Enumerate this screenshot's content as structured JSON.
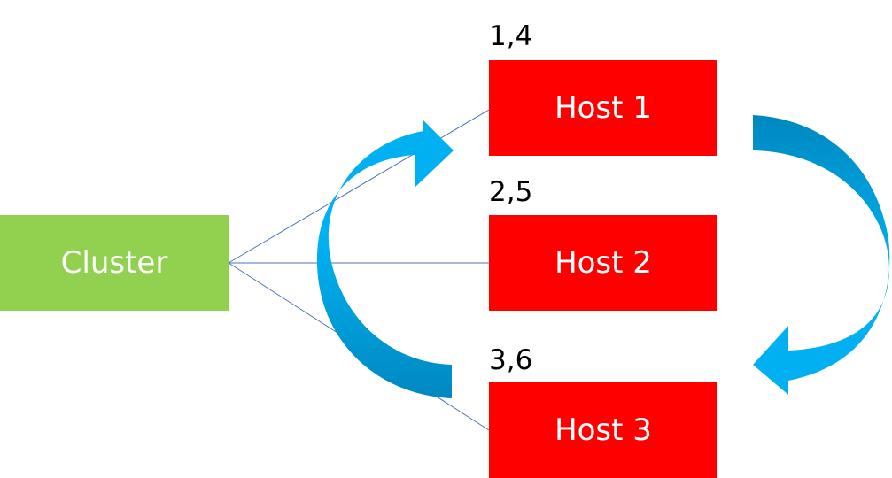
{
  "cluster": {
    "label": "Cluster",
    "color": "#92d050"
  },
  "hosts": [
    {
      "label": "Host 1",
      "sequence": "1,4"
    },
    {
      "label": "Host 2",
      "sequence": "2,5"
    },
    {
      "label": "Host 3",
      "sequence": "3,6"
    }
  ],
  "colors": {
    "host": "#ff0000",
    "connector": "#4a73b8",
    "arrow_light": "#00b0f0",
    "arrow_dark": "#0088c0"
  }
}
